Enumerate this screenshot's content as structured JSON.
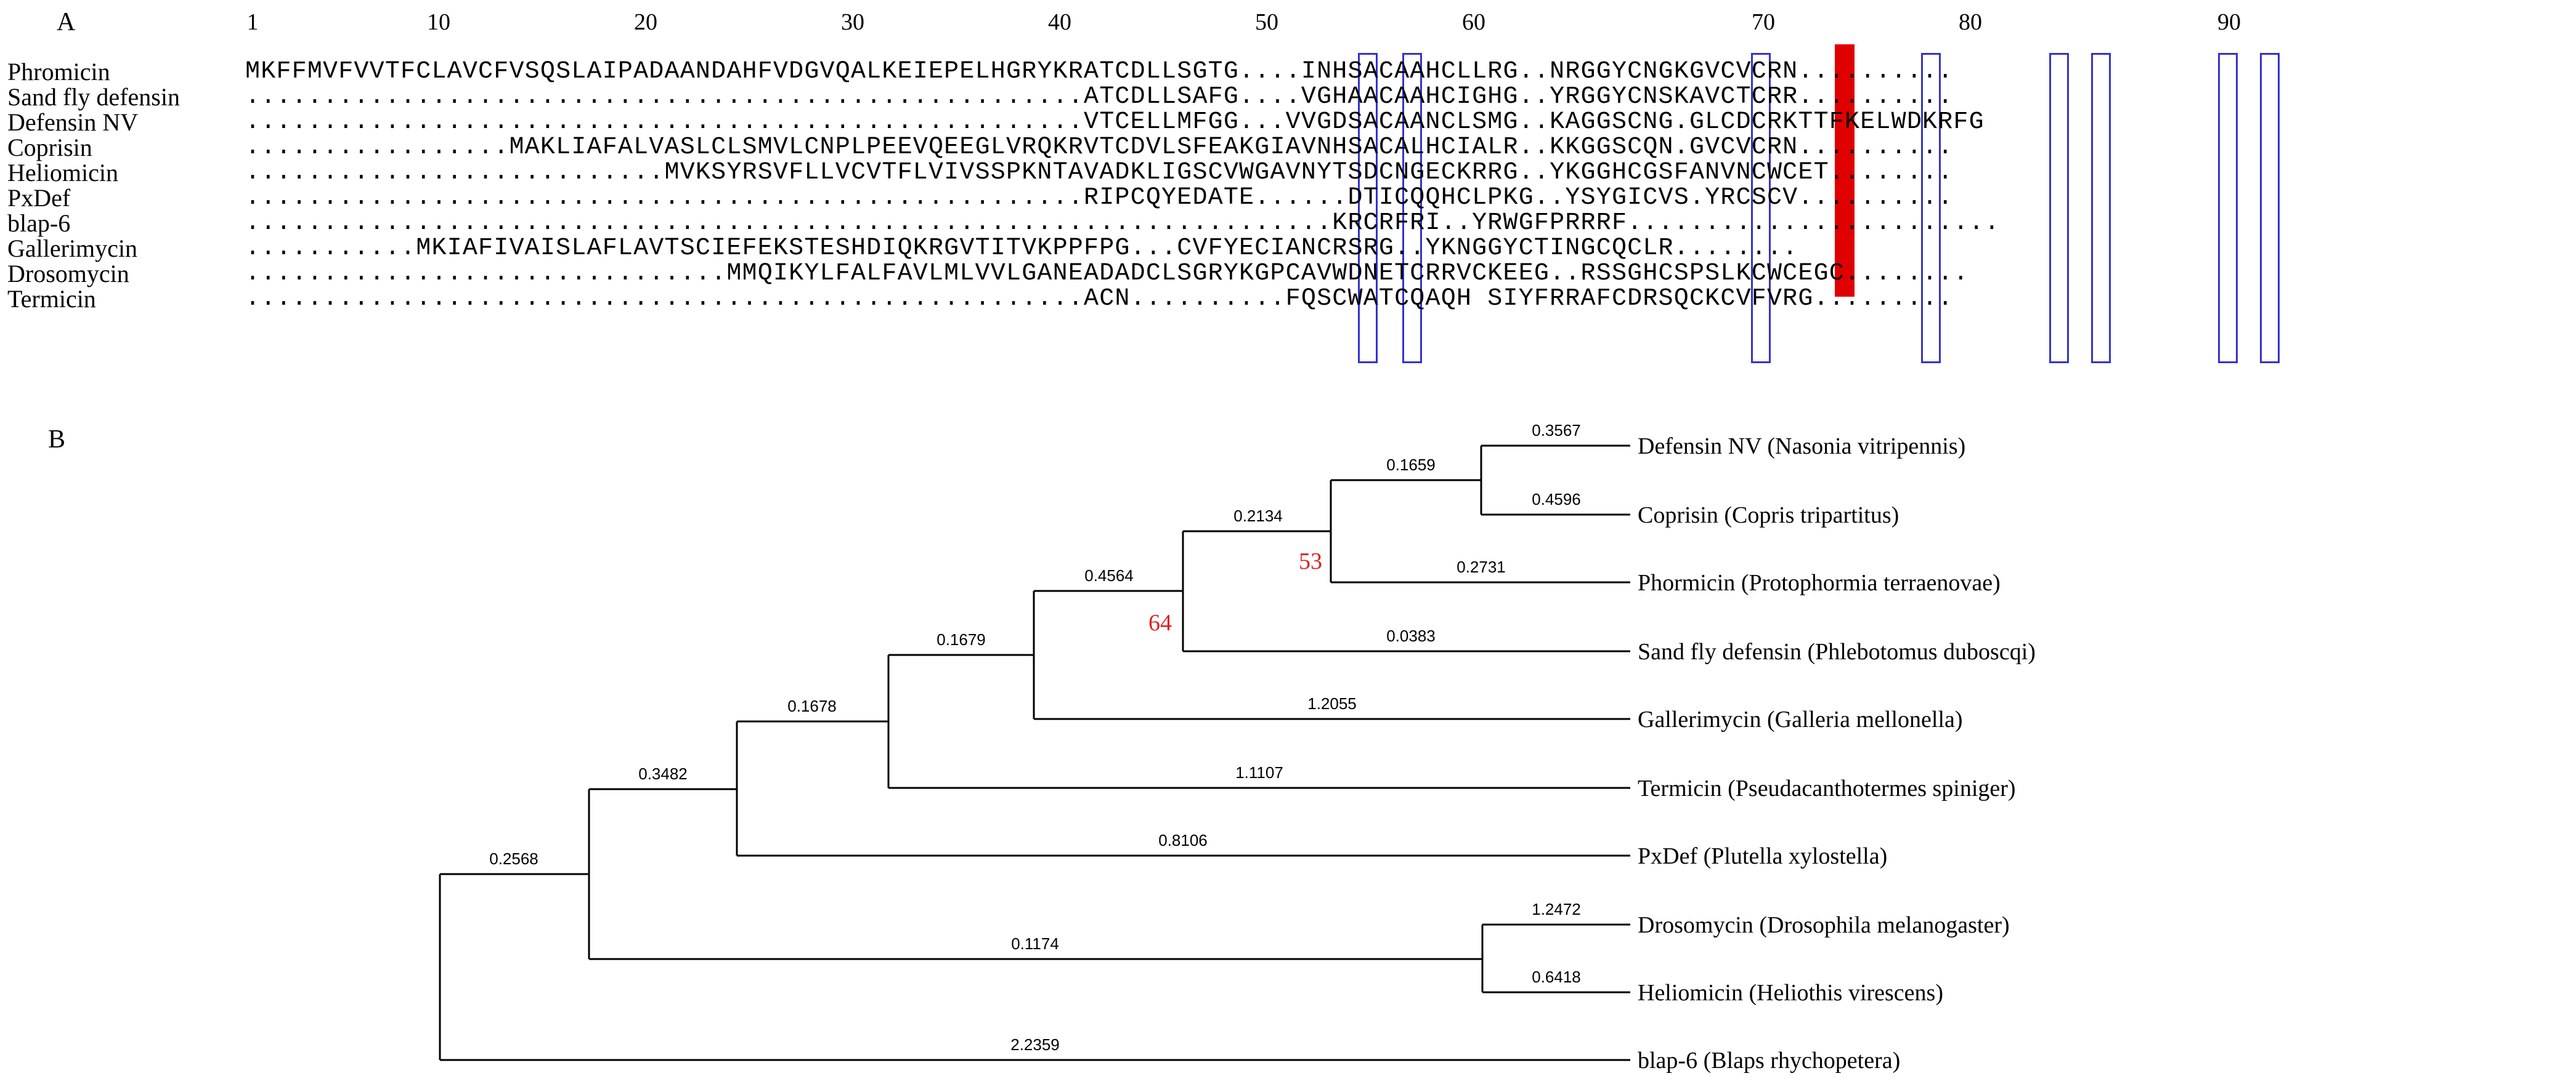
{
  "panelA": {
    "label": "A",
    "ruler_marks": [
      "1",
      "10",
      "20",
      "30",
      "40",
      "50",
      "60",
      "70",
      "80",
      "90"
    ],
    "sequences": [
      {
        "name": "Phromicin",
        "seq": "MKFFMVFVVTFCLAVCFVSQSLAIPADAANDAHFVDGVQALKEIEPELHGRYKRATCDLLSGTG....INHSACAAHCLLRG..NRGGYCNGKGVCVCRN.........."
      },
      {
        "name": "Sand fly defensin",
        "seq": "......................................................ATCDLLSAFG....VGHAACAAHCIGHG..YRGGYCNSKAVCTCRR.........."
      },
      {
        "name": "Defensin NV",
        "seq": "......................................................VTCELLMFGG...VVGDSACAANCLSMG..KAGGSCNG.GLCDCRKTTFKELWDKRFG"
      },
      {
        "name": "Coprisin",
        "seq": ".................MAKLIAFALVASLCLSMVLCNPLPEEVQEEGLVRQKRVTCDVLSFEAKGIAVNHSACALHCIALR..KKGGSCQN.GVCVCRN.........."
      },
      {
        "name": "Heliomicin",
        "seq": "...........................MVKSYRSVFLLVCVTFLVIVSSPKNTAVADKLIGSCVWGAVNYTSDCNGECKRRG..YKGGHCGSFANVNCWCET........"
      },
      {
        "name": "PxDef",
        "seq": "......................................................RIPCQYEDATE......DTICQQHCLPKG..YSYGICVS.YRCSCV.........."
      },
      {
        "name": "blap-6",
        "seq": "......................................................................KRCRFRI..YRWGFPRRRF........................"
      },
      {
        "name": "Gallerimycin",
        "seq": "...........MKIAFIVAISLAFLAVTSCIEFEKSTESHDIQKRGVTITVKPPFPG...CVFYECIANCRSRG..YKNGGYCTINGCQCLR........"
      },
      {
        "name": "Drosomycin",
        "seq": "...............................MMQIKYLFALFAVLMLVVLGANEADADCLSGRYKGPCAVWDNETCRRVCKEEG..RSSGHCSPSLKCWCEGC........"
      },
      {
        "name": "Termicin",
        "seq": "......................................................ACN..........FQSCWATCQAQH SIYFRRAFCDRSQCKCVFVRG........."
      }
    ]
  },
  "panelB": {
    "label": "B",
    "leaves": [
      "Defensin NV (Nasonia vitripennis)",
      "Coprisin (Copris tripartitus)",
      "Phormicin (Protophormia terraenovae)",
      "Sand fly defensin (Phlebotomus duboscqi)",
      "Gallerimycin (Galleria mellonella)",
      "Termicin (Pseudacanthotermes spiniger)",
      "PxDef (Plutella xylostella)",
      "Drosomycin (Drosophila melanogaster)",
      "Heliomicin (Heliothis virescens)",
      "blap-6 (Blaps rhychopetera)"
    ],
    "branch_lengths": {
      "defensin_nv": "0.3567",
      "coprisin": "0.4596",
      "nv_coprisin": "0.1659",
      "phormicin": "0.2731",
      "clade_53": "0.2134",
      "sand_fly": "0.0383",
      "clade_64": "0.4564",
      "gallerimycin": "1.2055",
      "clade_g": "0.1679",
      "termicin": "1.1107",
      "clade_t": "0.1678",
      "pxdef": "0.8106",
      "clade_p": "0.3482",
      "drosomycin": "1.2472",
      "heliomicin": "0.6418",
      "dros_helio": "0.1174",
      "ingroup": "0.2568",
      "blap6": "2.2359"
    },
    "bootstrap": {
      "node_53": "53",
      "node_64": "64"
    }
  }
}
